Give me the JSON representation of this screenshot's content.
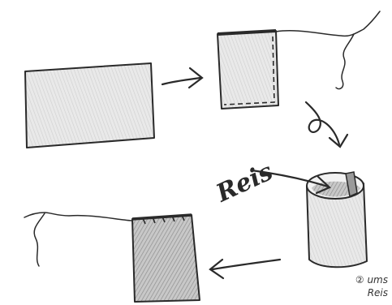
{
  "labels": {
    "rice_label": "Reis",
    "step_marker": "②",
    "caption_line1": "ums",
    "caption_line2": "Reis"
  },
  "colors": {
    "ink": "#2a2a2a",
    "cloth_fill": "#e6e6e6",
    "cloth_dark_fill": "#bdbdbd",
    "rice_fill": "#8a8a8a"
  }
}
